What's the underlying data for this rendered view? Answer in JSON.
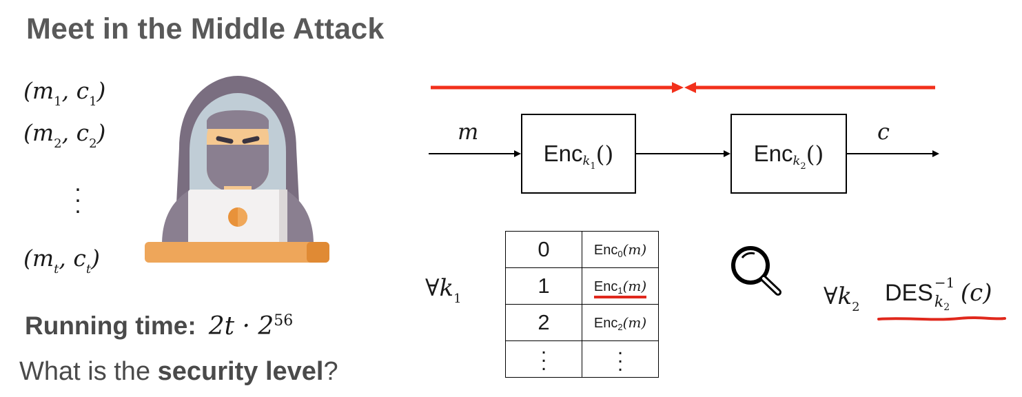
{
  "title": "Meet in the Middle Attack",
  "pairs": [
    {
      "m": "m",
      "msub": "1",
      "c": "c",
      "csub": "1"
    },
    {
      "m": "m",
      "msub": "2",
      "c": "c",
      "csub": "2"
    },
    {
      "m": "m",
      "msub": "t",
      "c": "c",
      "csub": "t"
    }
  ],
  "running_time": {
    "label": "Running time:",
    "expr_base": "2t · 2",
    "expr_exp": "56"
  },
  "question": {
    "prefix": "What is the ",
    "bold": "security level",
    "suffix": "?"
  },
  "diagram": {
    "input_label": "m",
    "output_label": "c",
    "enc1": {
      "name": "Enc",
      "key": "k",
      "keysub": "1",
      "args": "()"
    },
    "enc2": {
      "name": "Enc",
      "key": "k",
      "keysub": "2",
      "args": "()"
    },
    "colors": {
      "meet_arrow": "#f2301b",
      "underline": "#e0281c",
      "hacker_hood": "#7a6e80",
      "hacker_skin": "#f5c890",
      "laptop": "#f3f1f1",
      "desk": "#eea65a"
    }
  },
  "table": {
    "rows": [
      {
        "index": "0",
        "enc": "Enc",
        "sub": "0",
        "arg": "(m)"
      },
      {
        "index": "1",
        "enc": "Enc",
        "sub": "1",
        "arg": "(m)"
      },
      {
        "index": "2",
        "enc": "Enc",
        "sub": "2",
        "arg": "(m)"
      }
    ]
  },
  "left_quantifier": {
    "symbol": "∀",
    "var": "k",
    "sub": "1"
  },
  "right_quantifier": {
    "symbol": "∀",
    "var": "k",
    "sub": "2"
  },
  "decrypt": {
    "name": "DES",
    "sup": "−1",
    "key": "k",
    "keysub": "2",
    "arg": "(c)"
  },
  "icons": [
    "hacker-icon",
    "magnifier-icon"
  ]
}
